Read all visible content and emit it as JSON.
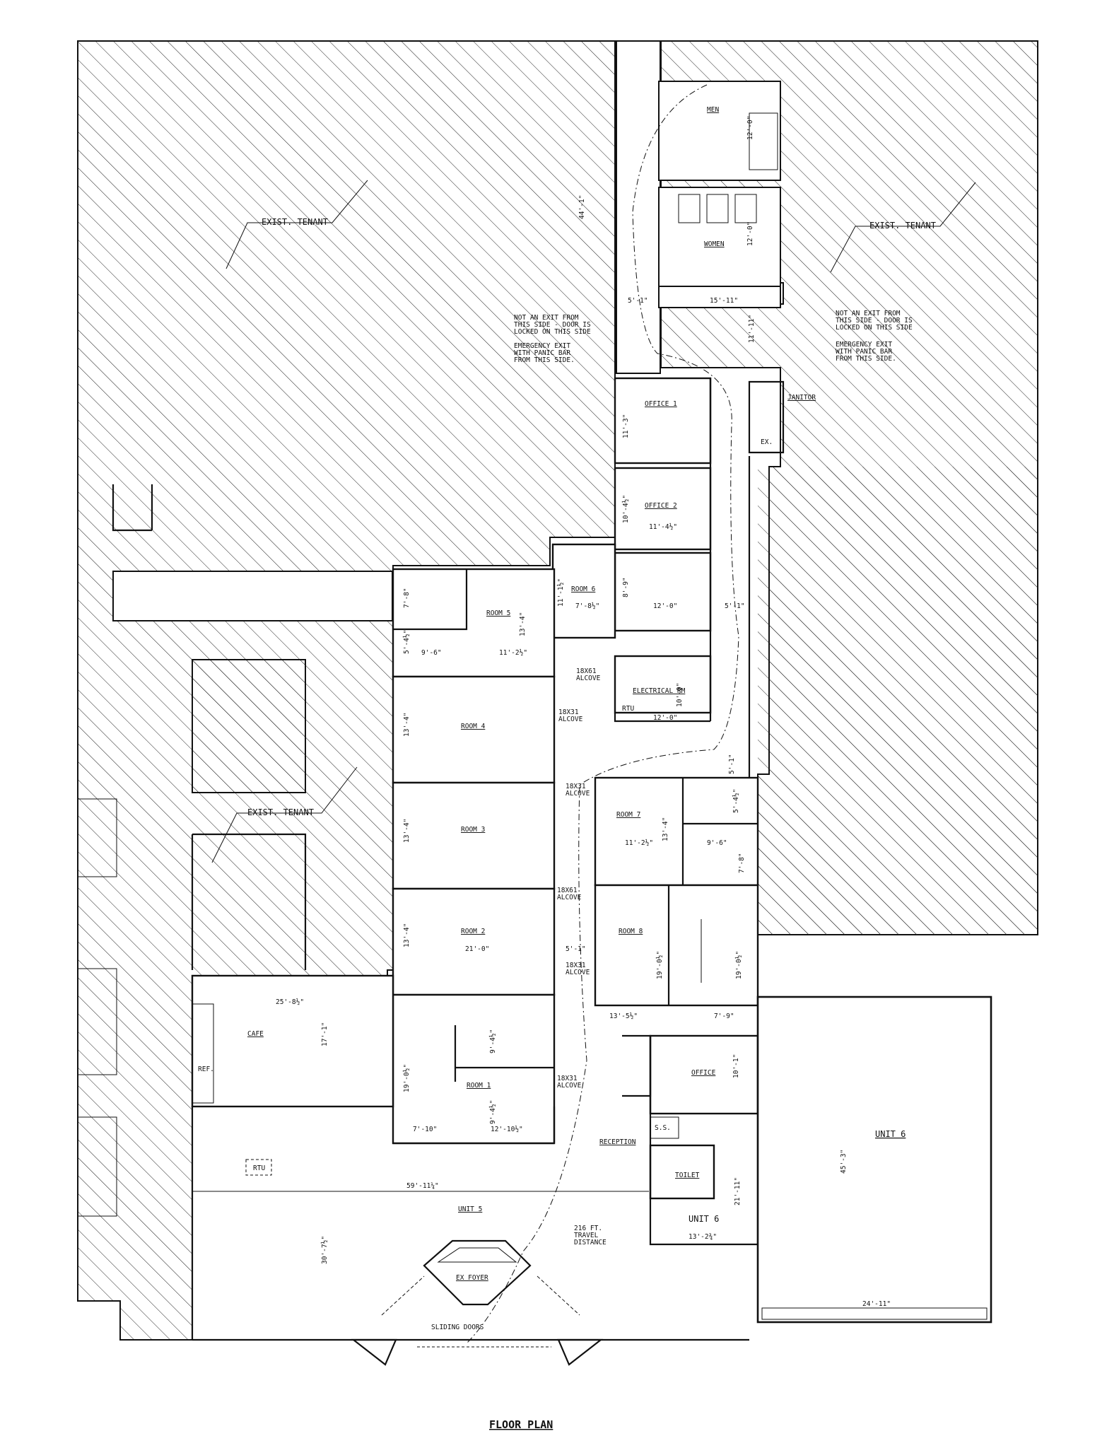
{
  "title": "FLOOR PLAN",
  "tenant_label": "EXIST. TENANT",
  "rooms": {
    "men": "MEN",
    "women": "WOMEN",
    "janitor": "JANITOR",
    "ex": "EX.",
    "office1": "OFFICE 1",
    "office2": "OFFICE 2",
    "room5": "ROOM 5",
    "room6": "ROOM 6",
    "room4": "ROOM 4",
    "room3": "ROOM 3",
    "room2": "ROOM 2",
    "room1": "ROOM 1",
    "room7": "ROOM 7",
    "room8": "ROOM 8",
    "electrical": "ELECTRICAL RM",
    "cafe": "CAFE",
    "ref": "REF.",
    "rtu": "RTU",
    "office": "OFFICE",
    "ss": "S.S.",
    "toilet": "TOILET",
    "reception": "RECEPTION",
    "unit5": "UNIT 5",
    "unit6_small": "UNIT 6",
    "unit6_big": "UNIT 6",
    "ex_foyer": "EX FOYER",
    "sliding_doors": "SLIDING DOORS"
  },
  "notes": {
    "not_exit": [
      "NOT AN EXIT FROM",
      "THIS SIDE - DOOR IS",
      "LOCKED ON THIS SIDE"
    ],
    "emergency": [
      "EMERGENCY EXIT",
      "WITH PANIC BAR",
      "FROM THIS SIDE."
    ],
    "alcove_18x61": [
      "18X61",
      "ALCOVE"
    ],
    "alcove_18x31": [
      "18X31",
      "ALCOVE"
    ],
    "travel": [
      "216 FT.",
      "TRAVEL",
      "DISTANCE"
    ]
  },
  "dims": {
    "d_44_1": "44'-1\"",
    "d_men_12": "12'-0\"",
    "d_women_12": "12'-0\"",
    "d_5_1_top": "5'-1\"",
    "d_15_11": "15'-11\"",
    "d_11_11": "11'-11\"",
    "d_office1": "11'-3\"",
    "d_office2_v": "10'-4½\"",
    "d_office2_h": "11'-4½\"",
    "d_r5_v1": "7'-8\"",
    "d_r5_v2": "5'-4½\"",
    "d_r5_h1": "9'-6\"",
    "d_r5_v3": "13'-4\"",
    "d_r5_h2": "11'-2½\"",
    "d_r6_v": "11'-1½\"",
    "d_r6_h": "7'-8½\"",
    "d_8_9": "8'-9\"",
    "d_12_0_a": "12'-0\"",
    "d_5_1_mid": "5'-1\"",
    "d_10_0": "10'-0\"",
    "d_12_0_b": "12'-0\"",
    "d_5_1_low": "5'-1\"",
    "d_r4": "13'-4\"",
    "d_r3": "13'-4\"",
    "d_r2": "13'-4\"",
    "d_21_0": "21'-0\"",
    "d_5_1_r2": "5'-1\"",
    "d_r1_v": "19'-0½\"",
    "d_r1_v2": "9'-4½\"",
    "d_r1_v3": "9'-4½\"",
    "d_r1_h1": "7'-10\"",
    "d_r1_h2": "12'-10½\"",
    "d_r7_v": "13'-4\"",
    "d_r7_h": "11'-2½\"",
    "d_r7_v2": "5'-4½\"",
    "d_r7_h2": "9'-6\"",
    "d_r7_v3": "7'-8\"",
    "d_r8_v": "19'-0½\"",
    "d_r8_v2": "19'-0½\"",
    "d_r8_h": "13'-5½\"",
    "d_r8_h2": "7'-9\"",
    "d_cafe_h": "25'-8½\"",
    "d_cafe_v": "17'-1\"",
    "d_59": "59'-11¼\"",
    "d_30": "30'-7½\"",
    "d_office_v": "10'-1\"",
    "d_21_11": "21'-11\"",
    "d_13_2": "13'-2¾\"",
    "d_45_3": "45'-3\"",
    "d_24_11": "24'-11\""
  }
}
